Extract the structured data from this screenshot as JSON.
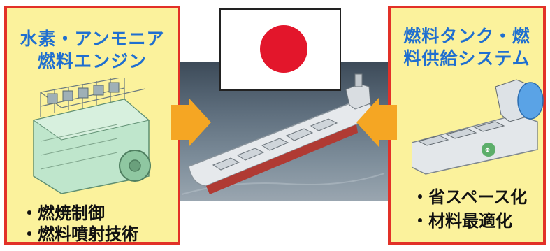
{
  "flag": {
    "name": "Japan",
    "colors": {
      "field": "#ffffff",
      "disc": "#e3162b"
    }
  },
  "left_panel": {
    "title_lines": [
      "水素・アンモニア",
      "燃料エンジン"
    ],
    "bullets": [
      "・燃焼制御",
      "・燃料噴射技術"
    ],
    "image": "engine-illustration"
  },
  "right_panel": {
    "title_lines": [
      "燃料タンク・燃",
      "料供給システム"
    ],
    "bullets": [
      "・省スペース化",
      "・材料最適化"
    ],
    "image": "fuel-tank-ship-illustration"
  },
  "center": {
    "image": "ship-on-sea"
  },
  "colors": {
    "panel_bg": "#fbf29c",
    "panel_border": "#e23128",
    "title": "#1f6fd0",
    "arrow": "#f5a623"
  }
}
